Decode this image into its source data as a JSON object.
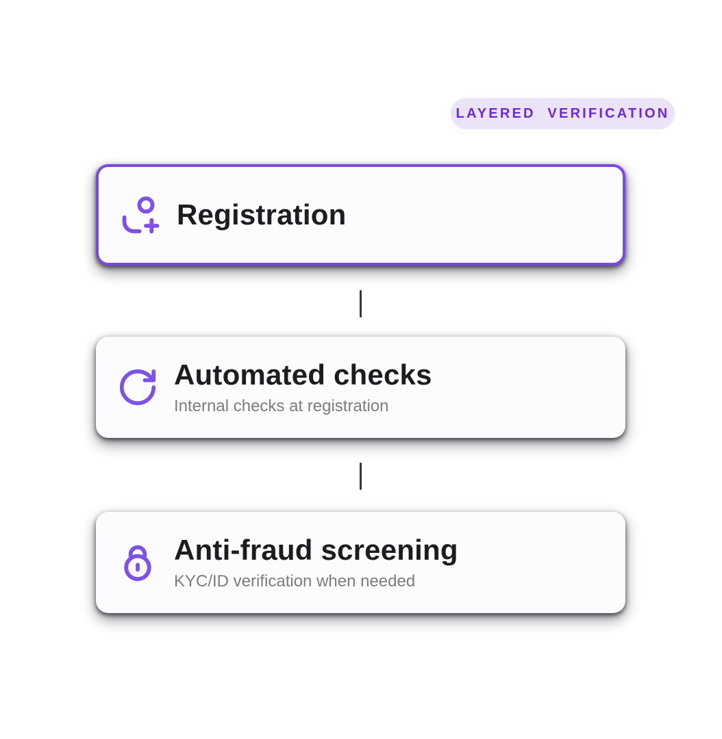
{
  "page": {
    "background_color": "#ffffff"
  },
  "badge": {
    "label": "LAYERED VERIFICATION",
    "text_color": "#6d28d9",
    "bg_color": "#ebe4f8"
  },
  "flow": {
    "steps": [
      {
        "title": "Registration",
        "icon": "user-plus-icon",
        "highlighted": true,
        "border_color": "#7b48e0"
      },
      {
        "title": "Automated checks",
        "subtitle": "Internal checks at registration",
        "icon": "rotate-cw-icon",
        "highlighted": false
      },
      {
        "title": "Anti-fraud screening",
        "subtitle": "KYC/ID verification when needed",
        "icon": "lock-icon",
        "highlighted": false
      }
    ]
  },
  "colors": {
    "accent_purple": "#7b48e0",
    "icon_purple": "#7e52e8",
    "title_text": "#1d1d21",
    "subtitle_text": "#7c7c80",
    "card_background": "#fcfbfd",
    "connector": "#35343c",
    "shadow": "#181621"
  }
}
